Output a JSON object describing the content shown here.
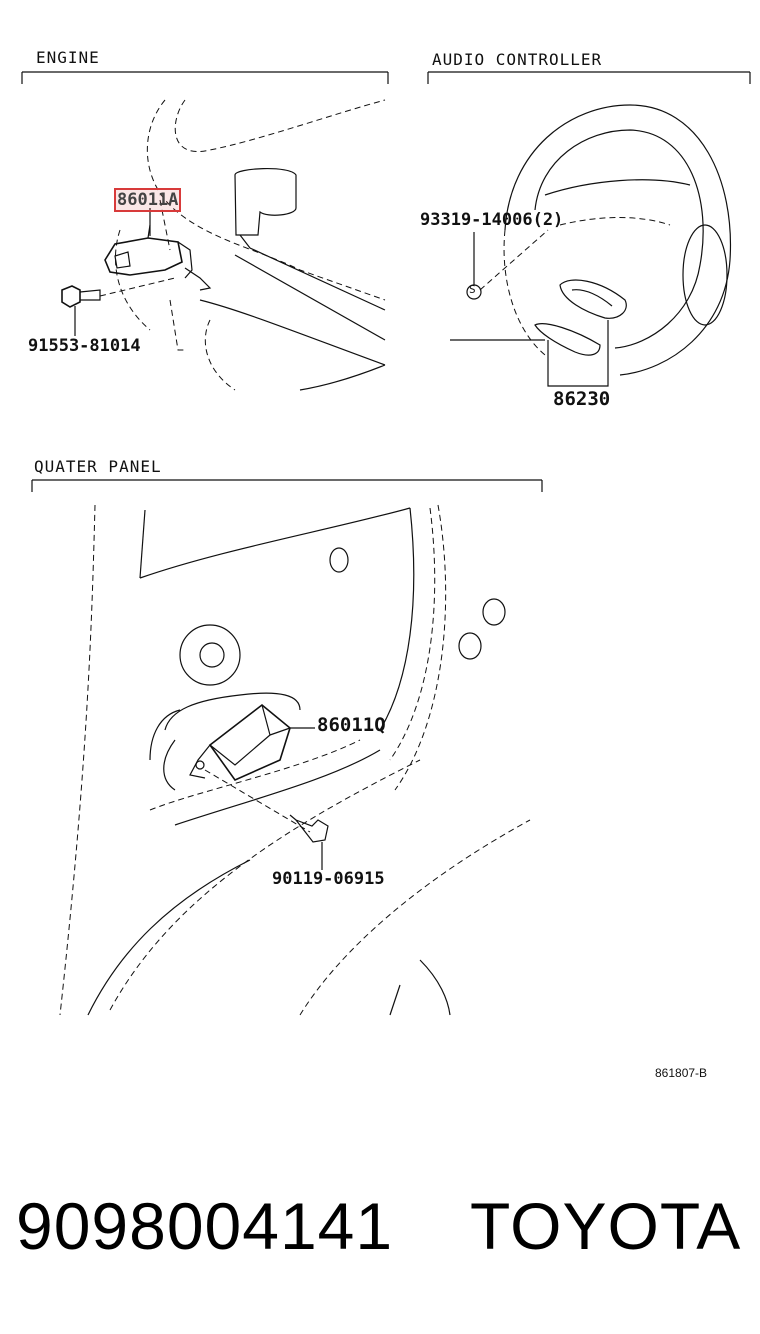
{
  "sections": {
    "engine": "ENGINE",
    "audio": "AUDIO CONTROLLER",
    "quarter": "QUATER PANEL"
  },
  "parts": {
    "p86011a": "86011A",
    "p91553": "91553-81014",
    "p93319": "93319-14006(2)",
    "s_mark": "S",
    "p86230": "86230",
    "p86011q": "86011Q",
    "p90119": "90119-06915"
  },
  "diagram_code": "861807-B",
  "footer": {
    "part_number": "9098004141",
    "brand": "TOYOTA"
  },
  "colors": {
    "highlight": "#d83a3a",
    "ink": "#111111"
  }
}
